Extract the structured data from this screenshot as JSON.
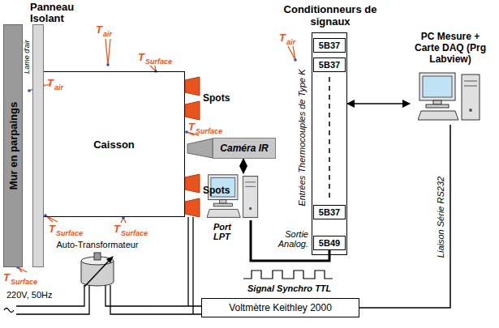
{
  "diagram": {
    "nodes": [
      {
        "text": [
          "Panneau Isolant"
        ]
      },
      {
        "text": [
          "Mur en parpaings"
        ]
      },
      {
        "text": [
          "Caisson"
        ]
      },
      {
        "text": [
          "Caméra IR"
        ]
      },
      {
        "text": [
          "Conditionneurs de signaux"
        ]
      },
      {
        "text": [
          "5B37"
        ],
        "in": 4
      },
      {
        "text": [
          "5B37"
        ],
        "in": 4
      },
      {
        "text": [
          "5B37"
        ],
        "in": 4
      },
      {
        "text": [
          "5B49"
        ],
        "in": 4
      },
      {
        "text": [
          "PC Mesure + Carte DAQ (Prg Labview)"
        ]
      },
      {
        "text": [
          "Port LPT"
        ]
      },
      {
        "text": [
          "Voltmètre Keithley 2000"
        ]
      },
      {
        "text": [
          "Auto-Transformateur"
        ]
      }
    ],
    "edges": [
      {
        "from": 4,
        "to": 9,
        "arrow": "both"
      },
      {
        "from": 3,
        "to": 10,
        "arrow": "both"
      },
      {
        "from": 10,
        "to": 8,
        "arrow": "none"
      },
      {
        "from": 11,
        "to": 9,
        "arrow": "none"
      },
      {
        "from": 12,
        "to": 11,
        "arrow": "none"
      }
    ],
    "labels": [
      "Lame d'air",
      "Spots",
      "Spots",
      "T",
      "air",
      "T",
      "Surface",
      "T",
      "air",
      "T",
      "Surface",
      "T",
      "Surface",
      "T",
      "Surface",
      "T",
      "Surface",
      "T",
      "air",
      "Entrées Thermocouples de Type K",
      "Sortie Analog.",
      "Signal Synchro TTL",
      "Liaison Série RS232",
      "220V, 50Hz"
    ]
  }
}
